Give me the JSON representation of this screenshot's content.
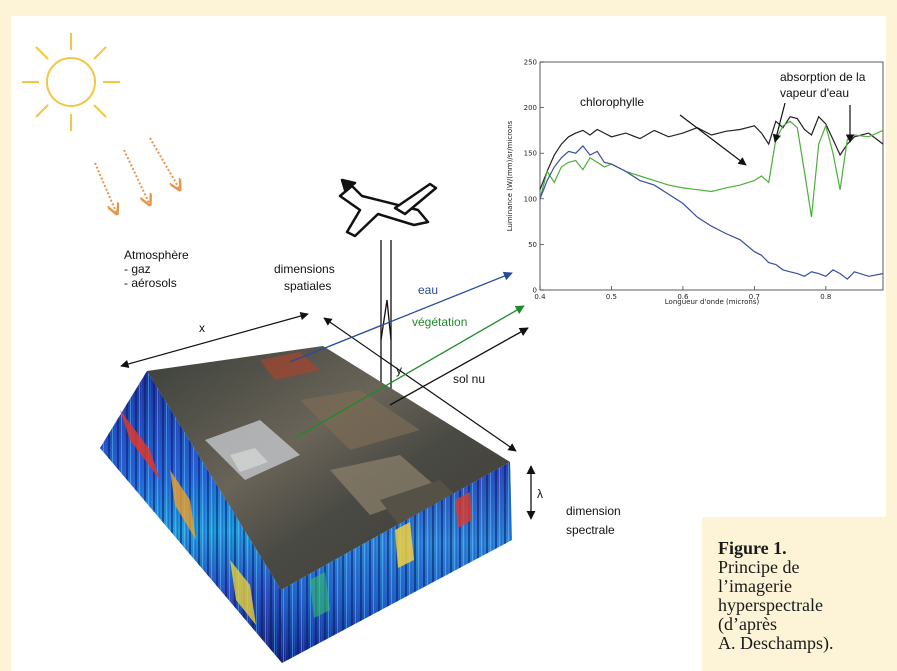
{
  "labels": {
    "atmosphere_title": "Atmosphère",
    "atmosphere_gas": "- gaz",
    "atmosphere_aerosols": "- aérosols",
    "spatial_line1": "dimensions",
    "spatial_line2": "spatiales",
    "x": "x",
    "y": "y",
    "water": "eau",
    "vegetation": "végétation",
    "bare_soil": "sol nu",
    "lambda": "λ",
    "spectral_line1": "dimension",
    "spectral_line2": "spectrale"
  },
  "colors": {
    "sun": "#f2c744",
    "sun_rays_down": "#e8954a",
    "water": "#2a4a9a",
    "vegetation": "#1f8a2a",
    "soil": "#222222"
  },
  "icons": [
    "sun-icon",
    "airplane-icon"
  ],
  "chart_data": {
    "type": "line",
    "xlabel": "Longueur d'onde (microns)",
    "ylabel": "Luminance (W/(mm)/sr/microns",
    "xlim": [
      0.4,
      0.88
    ],
    "ylim": [
      0,
      250
    ],
    "xticks": [
      "0.4",
      "0.5",
      "0.6",
      "0.7",
      "0.8"
    ],
    "yticks": [
      "0",
      "50",
      "100",
      "150",
      "200",
      "250"
    ],
    "annotations": {
      "chlorophyll": "chlorophylle",
      "water_line1": "absorption de la",
      "water_line2": "vapeur d'eau"
    },
    "series": [
      {
        "color": "#222222",
        "x": [
          0.4,
          0.41,
          0.42,
          0.43,
          0.44,
          0.45,
          0.46,
          0.47,
          0.48,
          0.49,
          0.5,
          0.52,
          0.54,
          0.56,
          0.58,
          0.6,
          0.62,
          0.64,
          0.66,
          0.68,
          0.7,
          0.71,
          0.72,
          0.73,
          0.74,
          0.75,
          0.76,
          0.77,
          0.78,
          0.79,
          0.8,
          0.81,
          0.82,
          0.83,
          0.84,
          0.86,
          0.88
        ],
        "values": [
          110,
          130,
          148,
          160,
          168,
          172,
          175,
          170,
          176,
          172,
          168,
          172,
          166,
          175,
          168,
          172,
          178,
          170,
          174,
          176,
          180,
          172,
          160,
          185,
          178,
          190,
          188,
          176,
          170,
          190,
          182,
          165,
          148,
          160,
          168,
          172,
          160
        ]
      },
      {
        "color": "#4caf3a",
        "x": [
          0.4,
          0.41,
          0.42,
          0.43,
          0.44,
          0.45,
          0.46,
          0.47,
          0.48,
          0.49,
          0.5,
          0.52,
          0.54,
          0.56,
          0.58,
          0.6,
          0.62,
          0.64,
          0.66,
          0.68,
          0.7,
          0.71,
          0.72,
          0.73,
          0.74,
          0.75,
          0.76,
          0.77,
          0.78,
          0.79,
          0.8,
          0.81,
          0.82,
          0.83,
          0.84,
          0.86,
          0.88
        ],
        "values": [
          100,
          130,
          118,
          135,
          140,
          142,
          132,
          145,
          140,
          135,
          138,
          130,
          125,
          120,
          115,
          112,
          110,
          108,
          112,
          115,
          120,
          125,
          118,
          165,
          180,
          185,
          178,
          130,
          80,
          160,
          180,
          150,
          110,
          165,
          170,
          168,
          175
        ]
      },
      {
        "color": "#3a4ea0",
        "x": [
          0.4,
          0.41,
          0.42,
          0.43,
          0.44,
          0.45,
          0.46,
          0.47,
          0.48,
          0.49,
          0.5,
          0.52,
          0.54,
          0.56,
          0.58,
          0.6,
          0.62,
          0.64,
          0.66,
          0.68,
          0.7,
          0.71,
          0.72,
          0.73,
          0.74,
          0.75,
          0.76,
          0.77,
          0.78,
          0.79,
          0.8,
          0.81,
          0.82,
          0.83,
          0.84,
          0.86,
          0.88
        ],
        "values": [
          100,
          120,
          135,
          145,
          152,
          150,
          158,
          148,
          152,
          140,
          138,
          130,
          120,
          115,
          105,
          95,
          80,
          70,
          62,
          55,
          42,
          38,
          30,
          28,
          22,
          20,
          18,
          15,
          20,
          18,
          15,
          22,
          18,
          12,
          20,
          15,
          18
        ]
      }
    ]
  },
  "caption": {
    "title": "Figure 1.",
    "lines": [
      "Principe de",
      "l’imagerie",
      "hyperspectrale",
      "(d’après",
      "A. Deschamps)."
    ]
  }
}
